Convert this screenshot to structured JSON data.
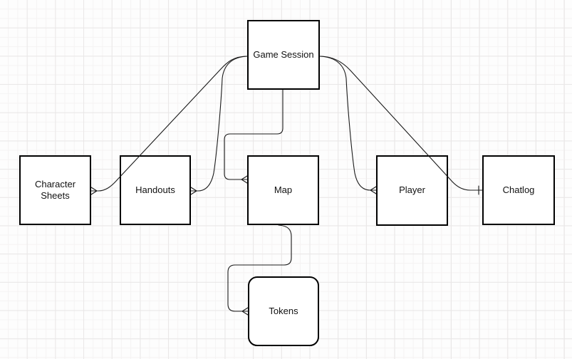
{
  "diagram": {
    "nodes": [
      {
        "id": "game-session",
        "label": "Game Session"
      },
      {
        "id": "character-sheets",
        "label": "Character Sheets"
      },
      {
        "id": "handouts",
        "label": "Handouts"
      },
      {
        "id": "map",
        "label": "Map"
      },
      {
        "id": "player",
        "label": "Player"
      },
      {
        "id": "chatlog",
        "label": "Chatlog"
      },
      {
        "id": "tokens",
        "label": "Tokens"
      }
    ],
    "edges": [
      {
        "from": "Game Session",
        "to": "Character Sheets",
        "target_marker": "crow-foot-many"
      },
      {
        "from": "Game Session",
        "to": "Handouts",
        "target_marker": "crow-foot-many"
      },
      {
        "from": "Game Session",
        "to": "Map",
        "target_marker": "crow-foot-many"
      },
      {
        "from": "Game Session",
        "to": "Player",
        "target_marker": "crow-foot-many"
      },
      {
        "from": "Game Session",
        "to": "Chatlog",
        "target_marker": "one-tick"
      },
      {
        "from": "Map",
        "to": "Tokens",
        "target_marker": "crow-foot-many"
      }
    ],
    "colors": {
      "node_fill": "#ffffff",
      "node_border": "#000000",
      "edge": "#1a1a1a",
      "grid_minor": "#f5f3f3",
      "grid_major": "#e9e7e7"
    }
  }
}
